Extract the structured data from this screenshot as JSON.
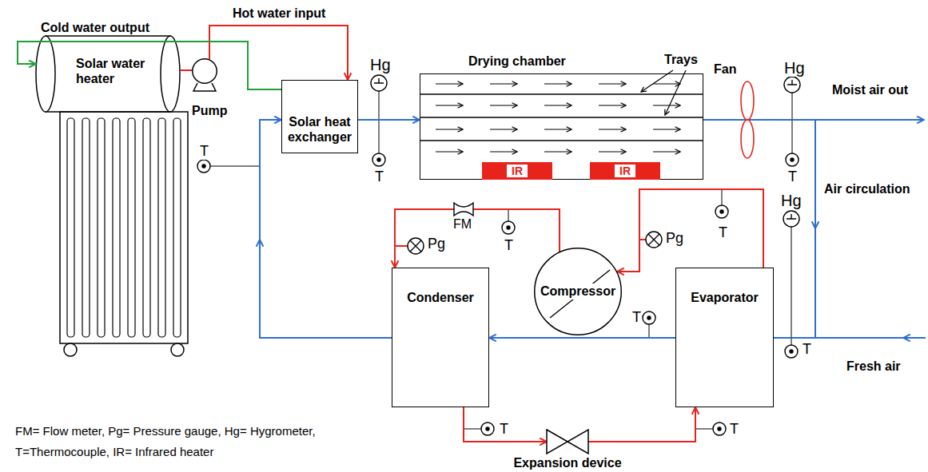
{
  "diagram": {
    "nodes": [
      {
        "text": [
          "Solar water heater"
        ]
      },
      {
        "text": [
          "Pump"
        ]
      },
      {
        "text": [
          "Solar heat exchanger"
        ]
      },
      {
        "text": [
          "Drying chamber"
        ]
      },
      {
        "text": [
          "IR"
        ],
        "in": 3
      },
      {
        "text": [
          "IR"
        ],
        "in": 3
      },
      {
        "text": [
          "Condenser"
        ]
      },
      {
        "text": [
          "Compressor"
        ]
      },
      {
        "text": [
          "Evaporator"
        ]
      },
      {
        "text": [
          "Expansion device"
        ]
      }
    ],
    "edges": [
      {
        "from": 0,
        "to": 1,
        "arrow": "none"
      },
      {
        "from": 1,
        "to": 2,
        "arrow": "to",
        "label": "Hot water input"
      },
      {
        "from": 2,
        "to": 0,
        "arrow": "to",
        "label": "Cold water output"
      },
      {
        "from": 2,
        "to": 3,
        "arrow": "to"
      },
      {
        "from": 8,
        "to": 6,
        "arrow": "to"
      },
      {
        "from": 6,
        "to": 2,
        "arrow": "to"
      },
      {
        "from": 7,
        "to": 6,
        "arrow": "to"
      },
      {
        "from": 8,
        "to": 7,
        "arrow": "to"
      },
      {
        "from": 6,
        "to": 9,
        "arrow": "to"
      },
      {
        "from": 9,
        "to": 8,
        "arrow": "to"
      }
    ],
    "labels": [
      "Trays",
      "Hg",
      "T",
      "T",
      "Fan",
      "Hg",
      "T",
      "Moist air out",
      "Air circulation",
      "FM",
      "T",
      "Pg",
      "T",
      "Pg",
      "T",
      "Hg",
      "T",
      "Fresh air",
      "T",
      "T",
      "FM= Flow meter, Pg= Pressure gauge, Hg= Hygrometer,",
      "T=Thermocouple, IR= Infrared heater"
    ]
  }
}
